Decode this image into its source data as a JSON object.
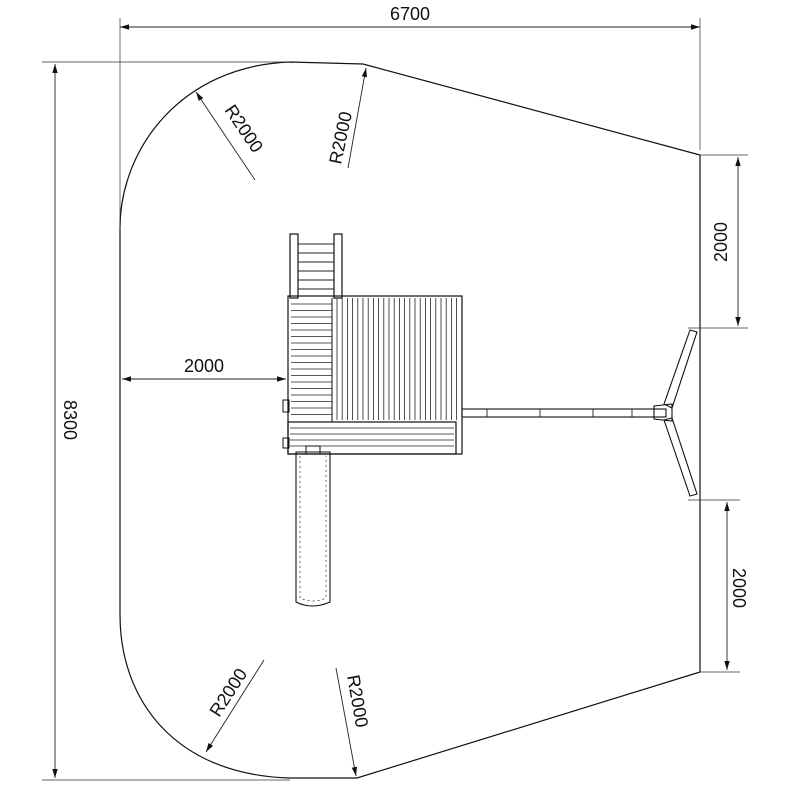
{
  "diagram": {
    "width_label": "6700",
    "height_label": "8300",
    "right_top_label": "2000",
    "right_bottom_label": "2000",
    "left_clearance_label": "2000",
    "radius_labels": {
      "top_left": "R2000",
      "top_right": "R2000",
      "bottom_left": "R2000",
      "bottom_right": "R2000"
    }
  }
}
